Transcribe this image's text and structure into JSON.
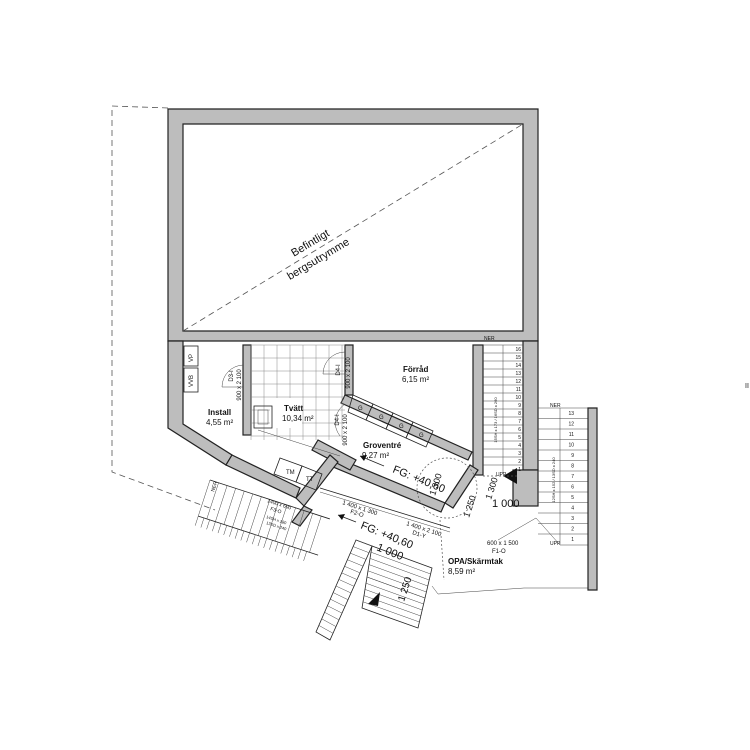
{
  "rooms": {
    "existing": {
      "line1": "Befintligt",
      "line2": "bergsutrymme"
    },
    "install": {
      "name": "Install",
      "area": "4,55 m²"
    },
    "tvatt": {
      "name": "Tvätt",
      "area": "10,34 m²"
    },
    "forrad": {
      "name": "Förråd",
      "area": "6,15 m²"
    },
    "groventre": {
      "name": "Groventré",
      "area": "9,27 m²"
    },
    "opa": {
      "name": "OPA/Skärmtak",
      "area": "8,59 m²"
    }
  },
  "levels": {
    "fg_upper": "FG: +40,60",
    "fg_lower": "FG: +40,60"
  },
  "doors": {
    "d3i": "D3-I",
    "d3i_size": "900 x 2 100",
    "d4i_a": "D4-I",
    "d4i_a_size": "900 x 2 100",
    "d4i_b": "D4-I",
    "d4i_b_size": "900 x 2 100",
    "f2o": "F2-O",
    "f2o_size": "1 400 x 1 300",
    "d1y": "D1-Y",
    "d1y_size": "1 400 x 2 100",
    "f1o": "F1-O",
    "f1o_size": "600 x 1 500"
  },
  "fixtures": {
    "vp": "VP",
    "vvb": "VVB",
    "tm": "TM",
    "tt": "TT",
    "g": "G"
  },
  "dimensions": {
    "d1300_a": "1 300",
    "d1250_a": "1 250",
    "d1300_b": "1 300",
    "d1000_a": "1 000",
    "d1000_b": "1 000",
    "d1250_b": "1 250"
  },
  "stairs": {
    "ner": "NER",
    "upp": "UPP",
    "right_steps": [
      "16",
      "15",
      "14",
      "13",
      "12",
      "11",
      "10",
      "9",
      "8",
      "7",
      "6",
      "5",
      "4",
      "3",
      "2",
      "1"
    ],
    "outer_steps": [
      "13",
      "12",
      "11",
      "10",
      "9",
      "8",
      "7",
      "6",
      "5",
      "4",
      "3",
      "2",
      "1"
    ],
    "left_steps": [
      "14",
      "13",
      "12",
      "11",
      "10",
      "9",
      "8",
      "7",
      "6",
      "5",
      "4",
      "3",
      "2",
      "1"
    ],
    "right_note": "15SH x 173 / 16SD x 260",
    "outer_note": "12SH x 152 / 13SD x 240",
    "left_note_a": "1400 x 600",
    "left_note_b": "F3-O",
    "left_note_c": "14SH x 180",
    "left_note_d": "13SD x 240"
  },
  "misc": {
    "marker": "II"
  }
}
